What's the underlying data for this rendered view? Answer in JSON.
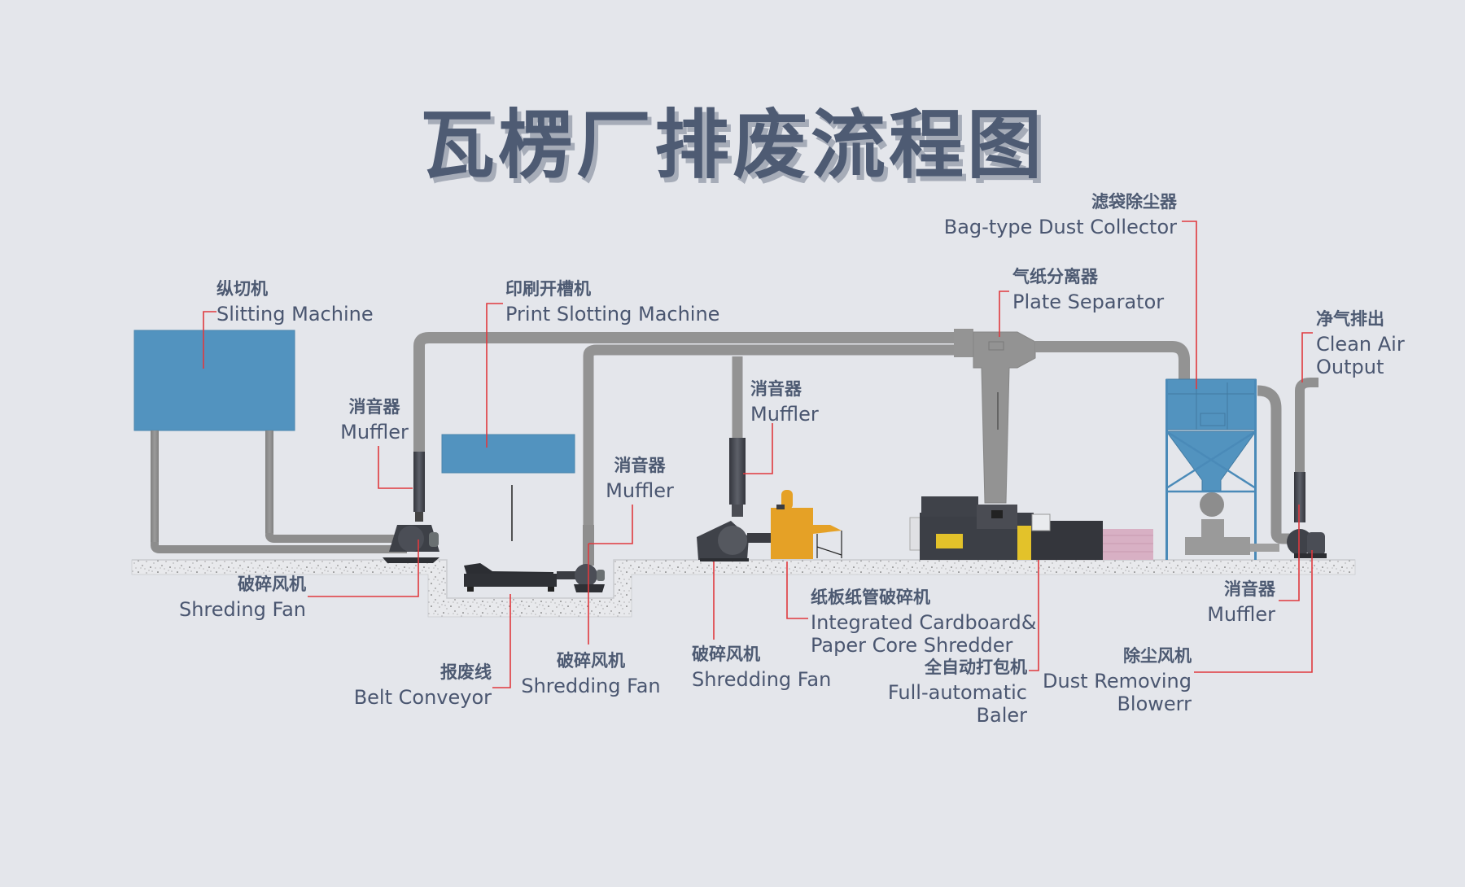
{
  "title": "瓦楞厂排废流程图",
  "colors": {
    "background": "#e4e6eb",
    "text": "#4a5670",
    "leader_line": "#e0393e",
    "machine_blue": "#5293bf",
    "pipe_gray": "#939393",
    "machine_dark": "#3f4249",
    "shredder_yellow": "#e5a126",
    "baler_yellow": "#e3c22a",
    "bale_pink": "#d8b0c4"
  },
  "components": [
    {
      "id": "slitting-machine",
      "zh": "纵切机",
      "en": [
        "Slitting Machine"
      ]
    },
    {
      "id": "muffler-1",
      "zh": "消音器",
      "en": [
        "Muffler"
      ]
    },
    {
      "id": "shreding-fan-1",
      "zh": "破碎风机",
      "en": [
        "Shreding Fan"
      ]
    },
    {
      "id": "print-slotting-machine",
      "zh": "印刷开槽机",
      "en": [
        "Print Slotting Machine"
      ]
    },
    {
      "id": "muffler-2",
      "zh": "消音器",
      "en": [
        "Muffler"
      ]
    },
    {
      "id": "belt-conveyor",
      "zh": "报废线",
      "en": [
        "Belt Conveyor"
      ]
    },
    {
      "id": "shredding-fan-2",
      "zh": "破碎风机",
      "en": [
        "Shredding Fan"
      ]
    },
    {
      "id": "muffler-3",
      "zh": "消音器",
      "en": [
        "Muffler"
      ]
    },
    {
      "id": "shredding-fan-3",
      "zh": "破碎风机",
      "en": [
        "Shredding Fan"
      ]
    },
    {
      "id": "integrated-shredder",
      "zh": "纸板纸管破碎机",
      "en": [
        "Integrated Cardboard&",
        "Paper Core Shredder"
      ]
    },
    {
      "id": "baler",
      "zh": "全自动打包机",
      "en": [
        "Full-automatic",
        "Baler"
      ]
    },
    {
      "id": "plate-separator",
      "zh": "气纸分离器",
      "en": [
        "Plate Separator"
      ]
    },
    {
      "id": "bag-dust-collector",
      "zh": "滤袋除尘器",
      "en": [
        "Bag-type Dust Collector"
      ]
    },
    {
      "id": "clean-air-output",
      "zh": "净气排出",
      "en": [
        "Clean Air",
        "Output"
      ]
    },
    {
      "id": "muffler-4",
      "zh": "消音器",
      "en": [
        "Muffler"
      ]
    },
    {
      "id": "dust-removing-blower",
      "zh": "除尘风机",
      "en": [
        "Dust Removing",
        "Blowerr"
      ]
    }
  ]
}
